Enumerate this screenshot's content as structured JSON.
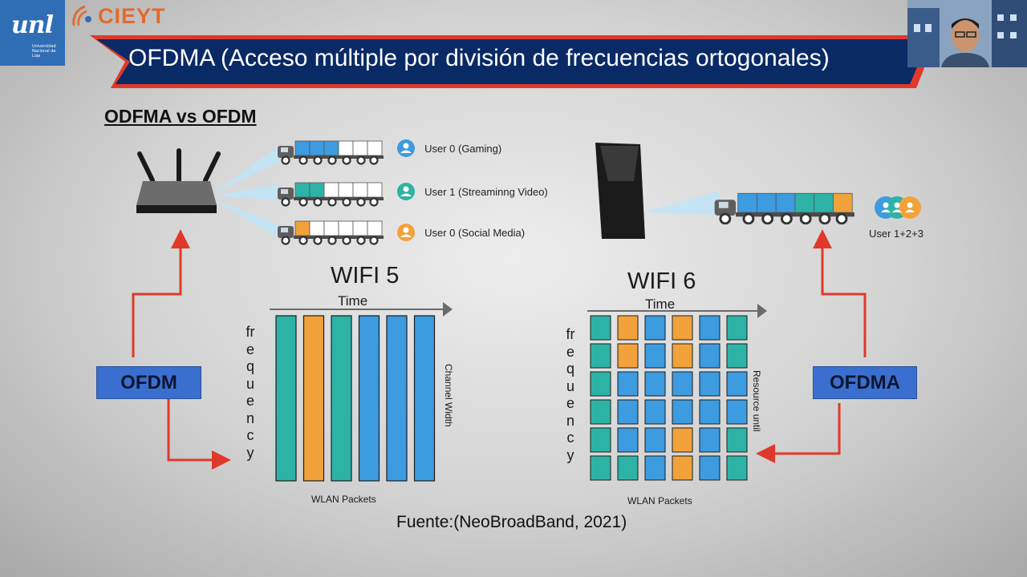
{
  "header": {
    "logo_text": "unl",
    "logo_subtext": "Universidad Nacional de Loja",
    "brand": "CIEYT",
    "title": "OFDMA (Acceso múltiple por división de frecuencias ortogonales)"
  },
  "section_title": "ODFMA vs OFDM",
  "users": [
    {
      "label": "User 0 (Gaming)",
      "color": "#3d9be0"
    },
    {
      "label": "User 1 (Streaminng Video)",
      "color": "#2db3a6"
    },
    {
      "label": "User 0 (Social Media)",
      "color": "#f2a23a"
    }
  ],
  "combined_user_label": "User 1+2+3",
  "wifi5": {
    "title": "WIFI 5",
    "axis_x": "Time",
    "axis_y": "frequency",
    "side_label": "Channel Width",
    "bottom_label": "WLAN Packets"
  },
  "wifi6": {
    "title": "WIFI 6",
    "axis_x": "Time",
    "axis_y": "frequency",
    "side_label": "Resource until",
    "bottom_label": "WLAN Packets"
  },
  "buttons": {
    "ofdm": "OFDM",
    "ofdma": "OFDMA"
  },
  "source": "Fuente:(NeoBroadBand, 2021)",
  "colors": {
    "teal": "#2db3a6",
    "orange": "#f2a23a",
    "blue": "#3d9be0",
    "navy": "#0a2a66",
    "red": "#e0392b"
  },
  "wifi5_columns": [
    "teal",
    "orange",
    "teal",
    "blue",
    "blue",
    "blue"
  ],
  "wifi6_grid": [
    [
      "teal",
      "orange",
      "blue",
      "orange",
      "blue",
      "teal"
    ],
    [
      "teal",
      "orange",
      "blue",
      "orange",
      "blue",
      "teal"
    ],
    [
      "teal",
      "blue",
      "blue",
      "blue",
      "blue",
      "blue"
    ],
    [
      "teal",
      "blue",
      "blue",
      "blue",
      "blue",
      "blue"
    ],
    [
      "teal",
      "blue",
      "blue",
      "orange",
      "blue",
      "teal"
    ],
    [
      "teal",
      "teal",
      "blue",
      "orange",
      "blue",
      "teal"
    ]
  ]
}
